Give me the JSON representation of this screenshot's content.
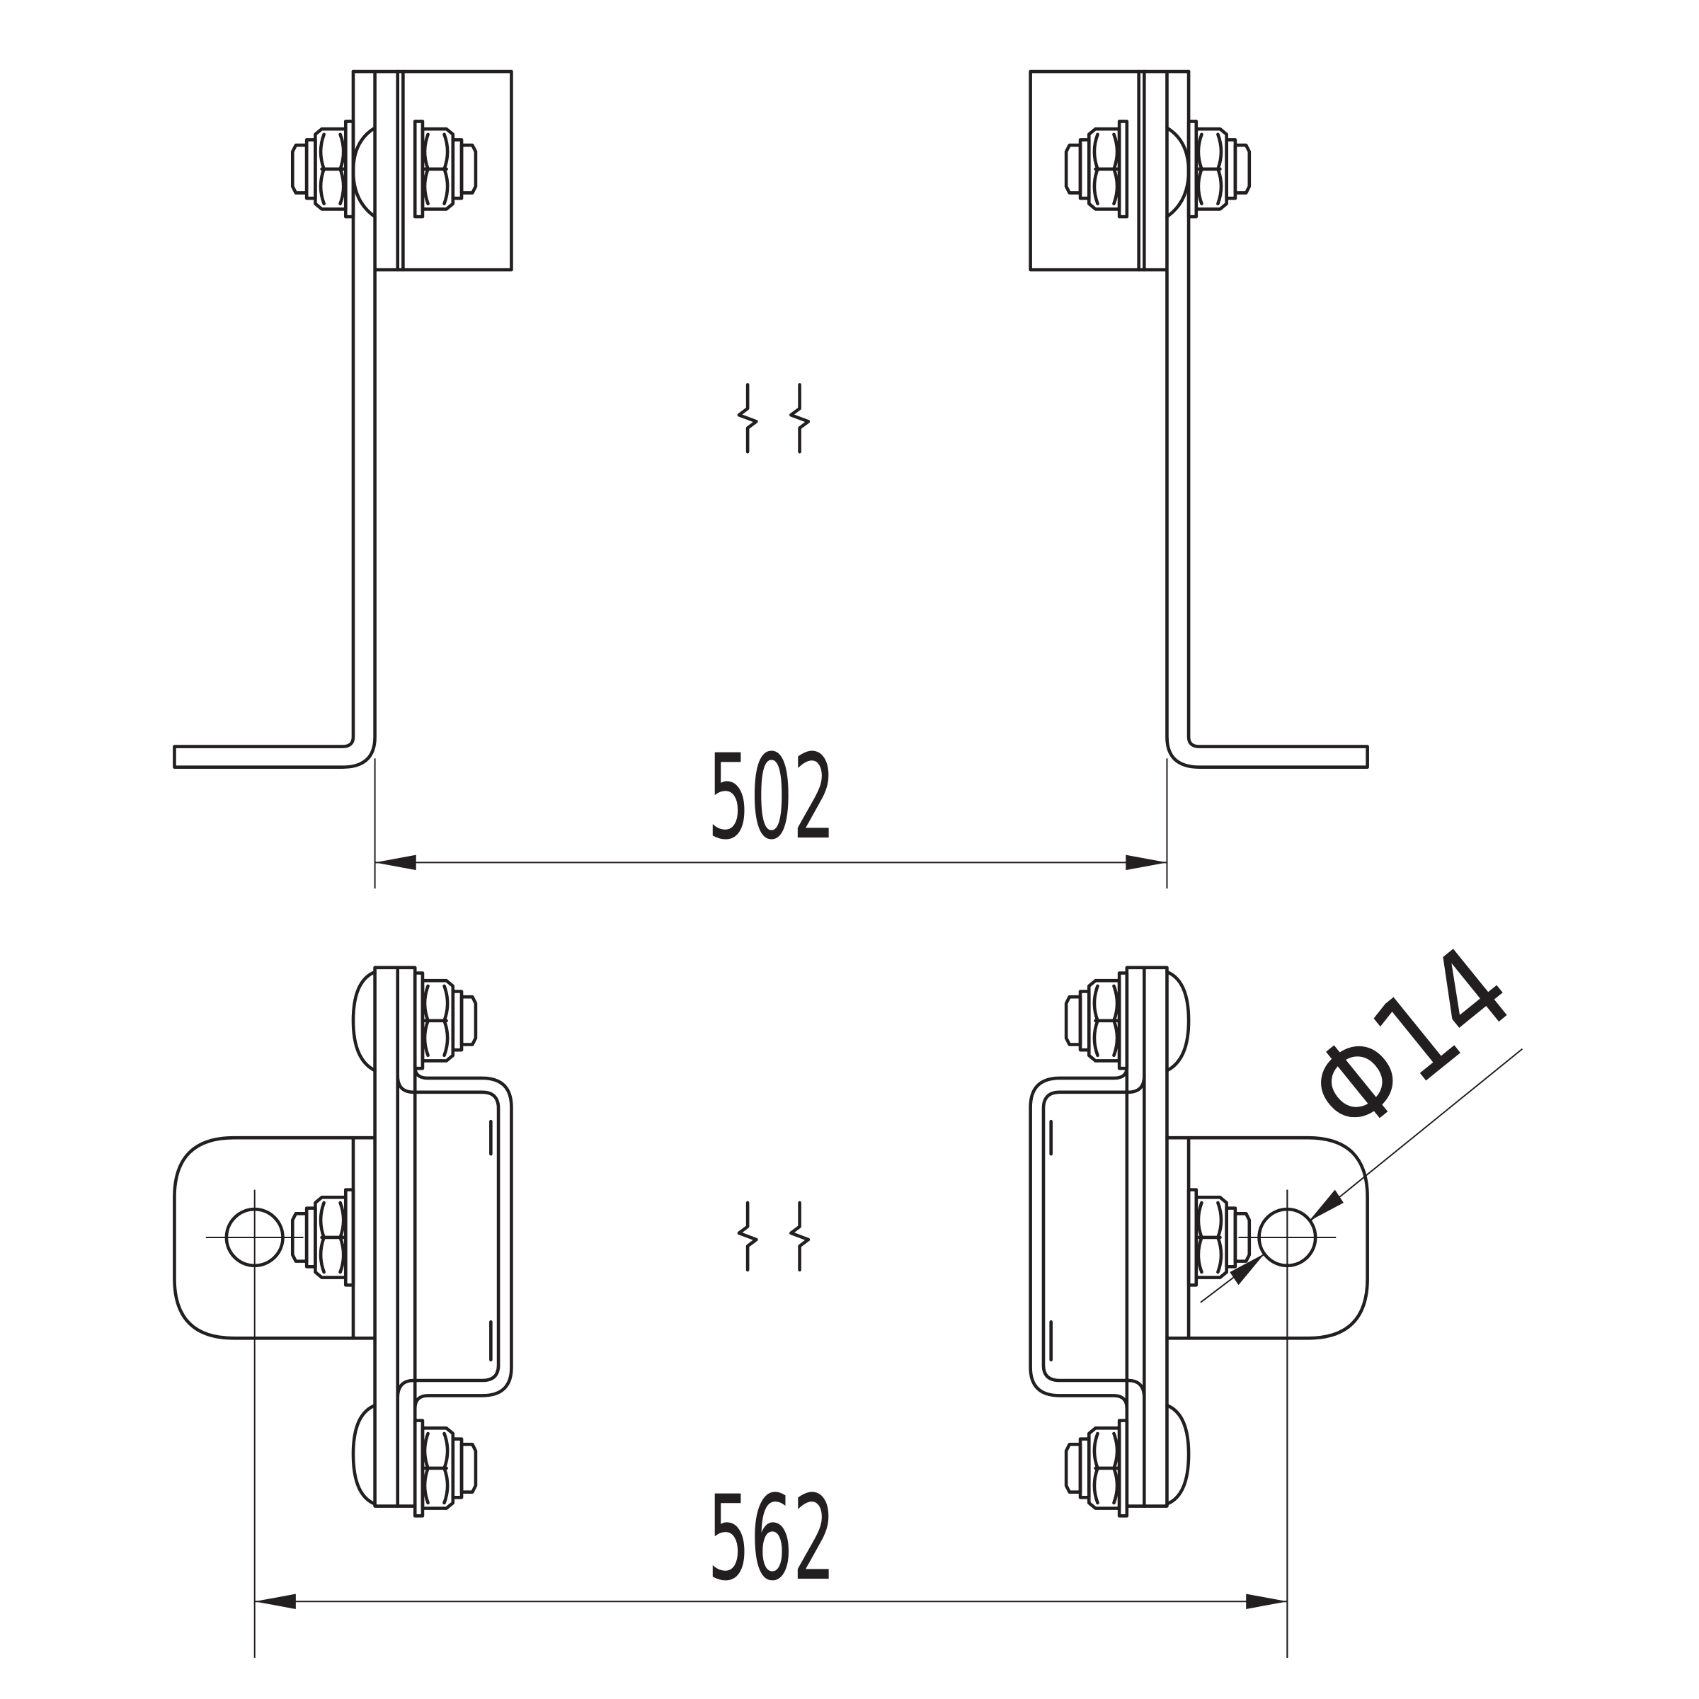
{
  "drawing": {
    "stroke_color": "#231f20",
    "background": "#ffffff",
    "dimensions": {
      "top_span": "502",
      "bottom_span": "562",
      "hole_diameter": "Φ14"
    }
  }
}
